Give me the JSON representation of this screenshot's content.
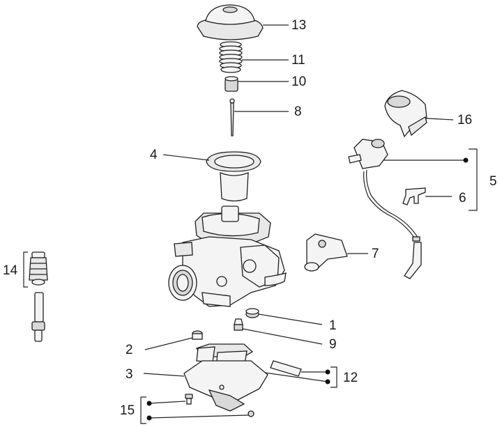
{
  "callouts": {
    "c1": "1",
    "c2": "2",
    "c3": "3",
    "c4": "4",
    "c5": "5",
    "c6": "6",
    "c7": "7",
    "c8": "8",
    "c9": "9",
    "c10": "10",
    "c11": "11",
    "c12": "12",
    "c13": "13",
    "c14": "14",
    "c15": "15",
    "c16": "16"
  },
  "colors": {
    "line": "#222222",
    "part_light": "#f4f4f4",
    "part_dark": "#d9d9d9",
    "background": "#ffffff"
  }
}
